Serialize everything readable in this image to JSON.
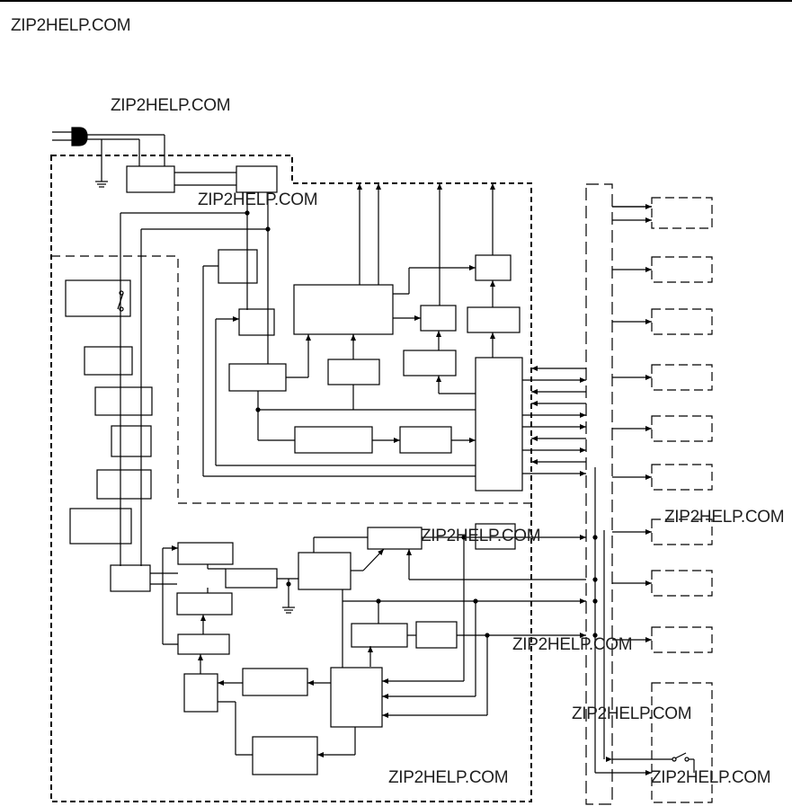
{
  "watermarks": [
    "ZIP2HELP.COM",
    "ZIP2HELP.COM",
    "ZIP2HELP.COM",
    "ZIP2HELP.COM",
    "ZIP2HELP.COM",
    "ZIP2HELP.COM",
    "ZIP2HELP.COM",
    "ZIP2HELP.COM",
    "ZIP2HELP.COM"
  ]
}
